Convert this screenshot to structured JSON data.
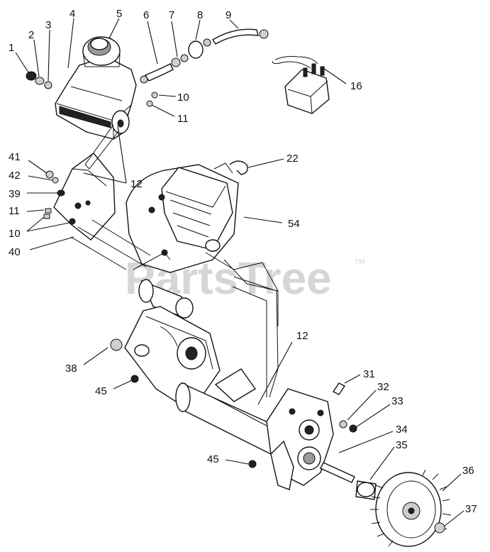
{
  "watermark": {
    "text": "PartsTree",
    "trademark": "TM"
  },
  "labels": [
    {
      "id": "1",
      "text": "1"
    },
    {
      "id": "2",
      "text": "2"
    },
    {
      "id": "3",
      "text": "3"
    },
    {
      "id": "4",
      "text": "4"
    },
    {
      "id": "5",
      "text": "5"
    },
    {
      "id": "6",
      "text": "6"
    },
    {
      "id": "7",
      "text": "7"
    },
    {
      "id": "8",
      "text": "8"
    },
    {
      "id": "9",
      "text": "9"
    },
    {
      "id": "10a",
      "text": "10"
    },
    {
      "id": "11a",
      "text": "11"
    },
    {
      "id": "16",
      "text": "16"
    },
    {
      "id": "12a",
      "text": "12"
    },
    {
      "id": "22",
      "text": "22"
    },
    {
      "id": "41",
      "text": "41"
    },
    {
      "id": "42",
      "text": "42"
    },
    {
      "id": "39",
      "text": "39"
    },
    {
      "id": "11b",
      "text": "11"
    },
    {
      "id": "10b",
      "text": "10"
    },
    {
      "id": "40",
      "text": "40"
    },
    {
      "id": "54",
      "text": "54"
    },
    {
      "id": "12b",
      "text": "12"
    },
    {
      "id": "38",
      "text": "38"
    },
    {
      "id": "45a",
      "text": "45"
    },
    {
      "id": "31",
      "text": "31"
    },
    {
      "id": "32",
      "text": "32"
    },
    {
      "id": "33",
      "text": "33"
    },
    {
      "id": "34",
      "text": "34"
    },
    {
      "id": "35",
      "text": "35"
    },
    {
      "id": "45b",
      "text": "45"
    },
    {
      "id": "36",
      "text": "36"
    },
    {
      "id": "37",
      "text": "37"
    }
  ]
}
